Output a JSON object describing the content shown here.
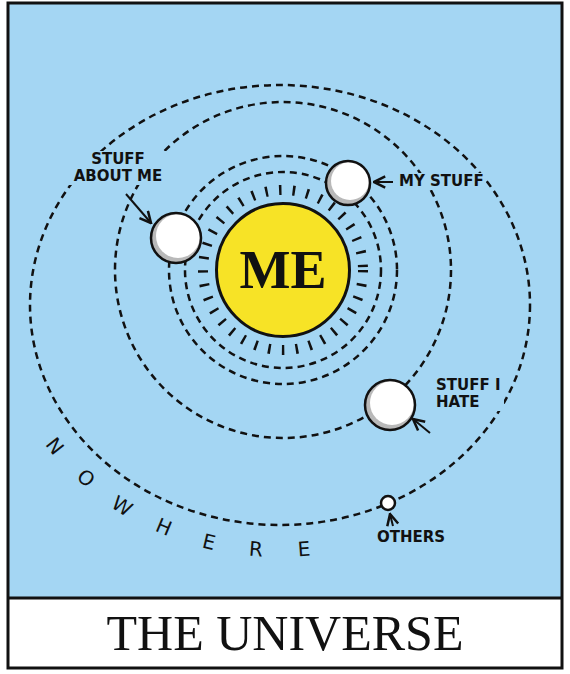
{
  "diagram": {
    "title": "THE UNIVERSE",
    "nodes": [
      {
        "text": [
          "ME"
        ]
      }
    ],
    "labels": [
      "STUFF ABOUT ME",
      "MY STUFF",
      "STUFF I HATE",
      "OTHERS",
      "NOWHERE"
    ]
  }
}
